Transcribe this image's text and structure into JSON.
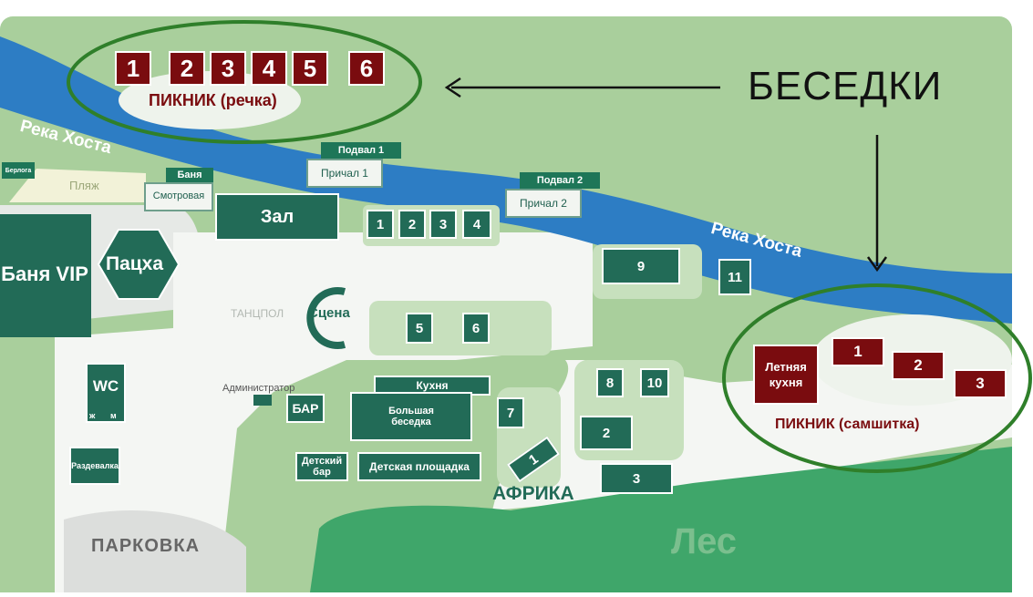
{
  "map": {
    "river_label_left": "Река Хоста",
    "river_label_right": "Река Хоста",
    "berloga": "Берлога",
    "beach": "Пляж",
    "banya_small": "Баня",
    "smotrovaya": "Смотровая",
    "zal": "Зал",
    "podval1": "Подвал 1",
    "prichal1": "Причал 1",
    "podval2": "Подвал 2",
    "prichal2": "Причал 2",
    "banya_vip": "Баня VIP",
    "patskha": "Пацха",
    "tantspol": "ТАНЦПОЛ",
    "stsena": "Сцена",
    "wc": "WC",
    "wc_m": "м",
    "wc_zh": "ж",
    "razdevalka": "Раздевалка",
    "administrator": "Администратор",
    "bar": "БАР",
    "kukhnya": "Кухня",
    "bolshaya_besedka": "Большая беседка",
    "detskiy_bar": "Детский бар",
    "detskaya_ploshchadka": "Детская площадка",
    "afrika": "АФРИКА",
    "parkovka": "ПАРКОВКА",
    "les": "Лес",
    "letnyaya_kukhnya": "Летняя кухня",
    "besedki": "БЕСЕДКИ",
    "piknik_rechka": "ПИКНИК (речка)",
    "piknik_samshitka": "ПИКНИК (самшитка)",
    "river_gazebos": [
      "1",
      "2",
      "3",
      "4",
      "5",
      "6"
    ],
    "samshitka_gazebos": [
      "1",
      "2",
      "3"
    ],
    "row_gazebos": [
      "1",
      "2",
      "3",
      "4"
    ],
    "g5": "5",
    "g6": "6",
    "g7": "7",
    "g8": "8",
    "g9": "9",
    "g10": "10",
    "g11": "11",
    "afrika_gazebos": [
      "1",
      "2",
      "3"
    ]
  },
  "colors": {
    "ground": "#a9cf9c",
    "river": "#2d7dc4",
    "building": "#226b57",
    "forest": "#3fa66a",
    "highlight_red": "#7a0c0f",
    "ellipse": "#2f7f2a"
  }
}
